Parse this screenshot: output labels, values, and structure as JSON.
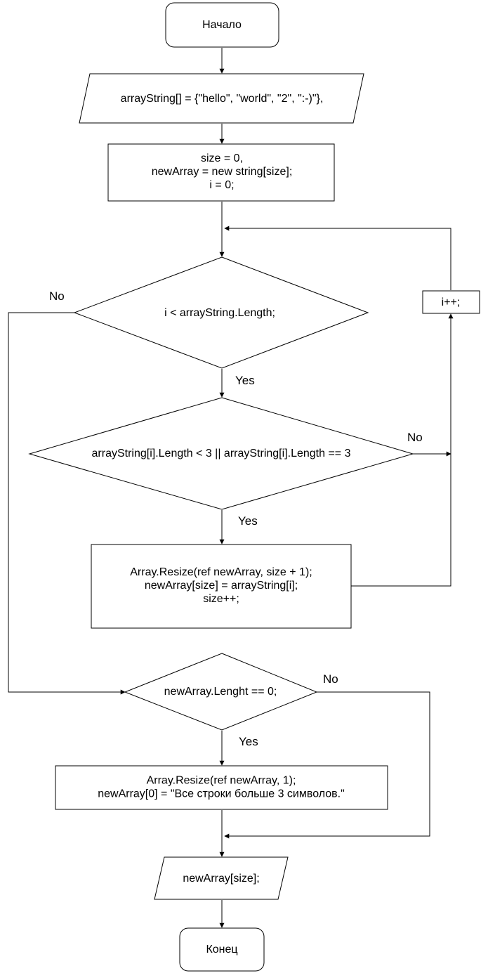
{
  "nodes": {
    "start": {
      "lines": [
        "Начало"
      ]
    },
    "input": {
      "lines": [
        "arrayString[]  = {\"hello\", \"world\", \"2\", \":-)\"},"
      ]
    },
    "init": {
      "lines": [
        "size = 0,",
        "newArray = new string[size];",
        "i = 0;"
      ]
    },
    "loop_cond": {
      "lines": [
        "i < arrayString.Length;"
      ]
    },
    "increment": {
      "lines": [
        "i++;"
      ]
    },
    "len_cond": {
      "lines": [
        "arrayString[i].Length < 3 || arrayString[i].Length == 3"
      ]
    },
    "append": {
      "lines": [
        "Array.Resize(ref newArray, size + 1);",
        "newArray[size] = arrayString[i];",
        "size++;"
      ]
    },
    "empty_cond": {
      "lines": [
        "newArray.Lenght == 0;"
      ]
    },
    "fallback": {
      "lines": [
        "Array.Resize(ref newArray, 1);",
        "newArray[0] = \"Все строки больше 3 символов.\""
      ]
    },
    "output": {
      "lines": [
        "newArray[size];"
      ]
    },
    "end": {
      "lines": [
        "Конец"
      ]
    }
  },
  "edge_labels": {
    "loop_no": "No",
    "loop_yes": "Yes",
    "len_no": "No",
    "len_yes": "Yes",
    "empty_no": "No",
    "empty_yes": "Yes"
  }
}
